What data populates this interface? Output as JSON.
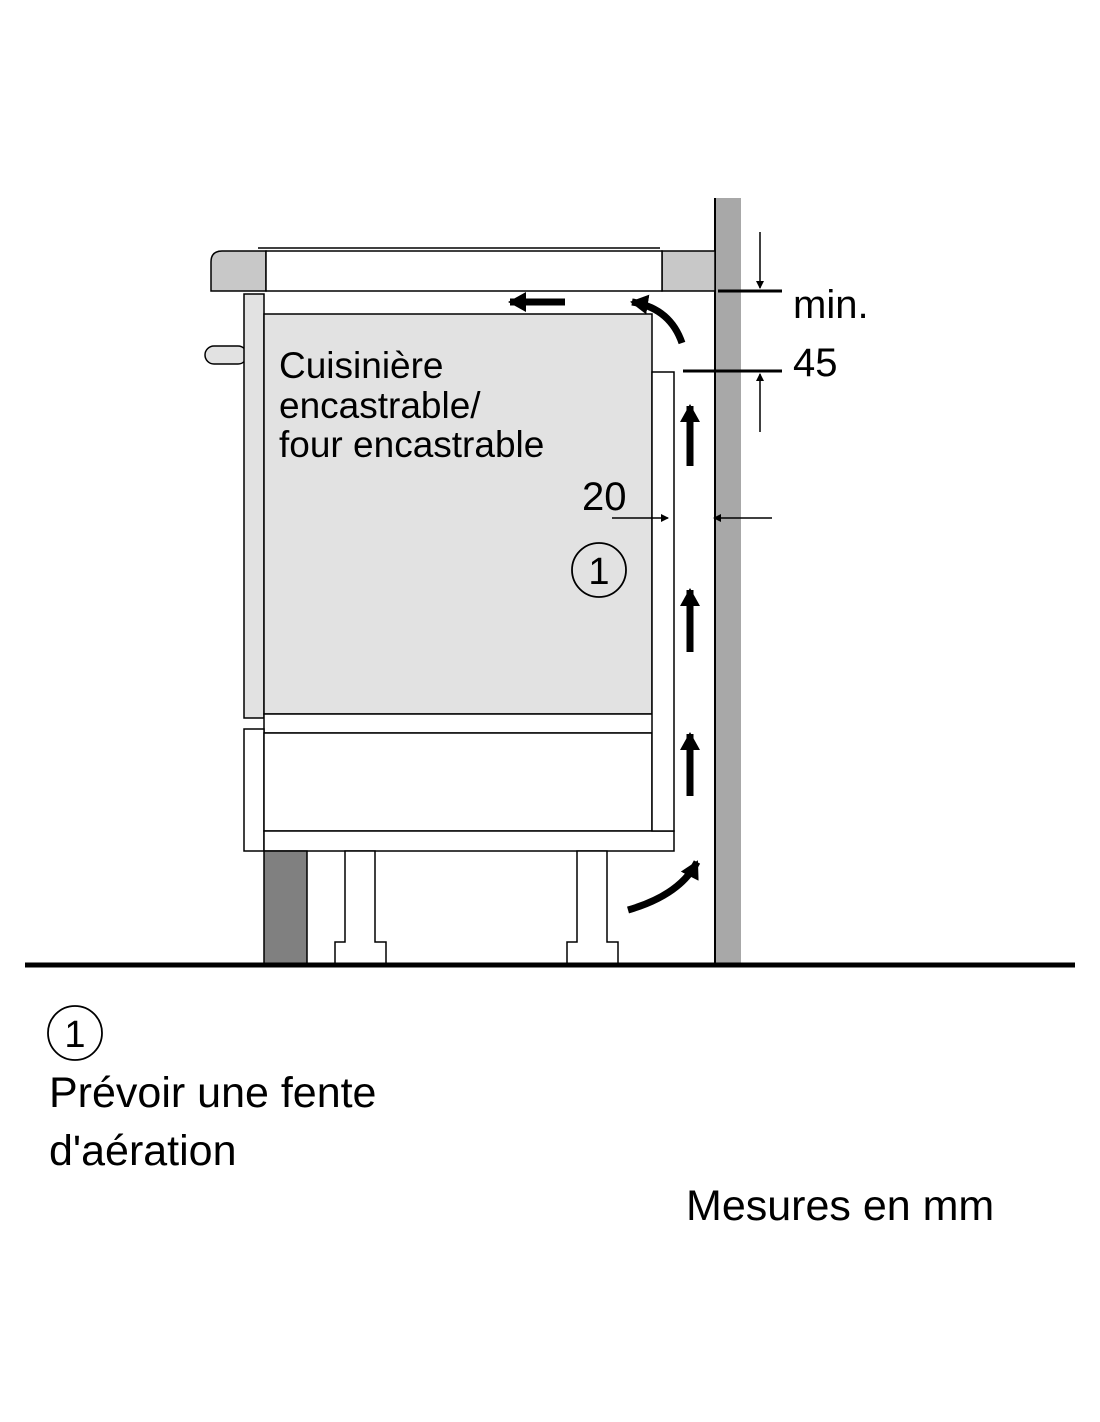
{
  "diagram": {
    "appliance_label": [
      "Cuisinière",
      "encastrable/",
      "four encastrable"
    ],
    "dimension_top": {
      "line1": "min.",
      "line2": "45"
    },
    "dimension_gap": "20",
    "callout_marker": "1"
  },
  "legend": {
    "marker": "1",
    "note_lines": [
      "Prévoir une fente",
      "d'aération"
    ]
  },
  "units_note": "Mesures en mm",
  "colors": {
    "wall": "#a8a8a8",
    "worktop": "#c8c8c8",
    "oven": "#e2e2e2",
    "plinth": "#808080"
  }
}
